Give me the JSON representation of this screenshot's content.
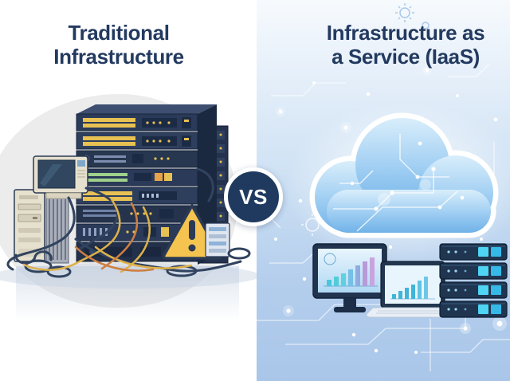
{
  "header": {
    "left_title_line1": "Traditional",
    "left_title_line2": "Infrastructure",
    "right_title_line1": "Infrastructure as",
    "right_title_line2": "a Service (IaaS)"
  },
  "center": {
    "vs_label": "VS"
  },
  "panels": {
    "left": {
      "label": "Traditional Infrastructure",
      "illustration_elements": [
        "crt-monitor",
        "desktop-tower-pc",
        "rack-server-stack",
        "tangled-cables",
        "warning-triangle"
      ]
    },
    "right": {
      "label": "Infrastructure as a Service (IaaS)",
      "illustration_elements": [
        "circuit-cloud",
        "monitor-with-bar-chart",
        "laptop-with-bar-chart",
        "cloud-server-stack",
        "circuit-board-pattern"
      ]
    }
  },
  "colors": {
    "title_navy": "#233a60",
    "vs_circle_navy": "#1f3a5e",
    "server_navy": "#2a3a58",
    "warning_yellow": "#f5c34f",
    "cable_yellow": "#ddb14b",
    "cable_orange": "#cd7f42",
    "right_panel_blue_top": "#f6fafd",
    "right_panel_blue_bottom": "#a9c6e9",
    "cloud_blue": "#7fbcec",
    "cyan_accent": "#4fd4f4"
  }
}
